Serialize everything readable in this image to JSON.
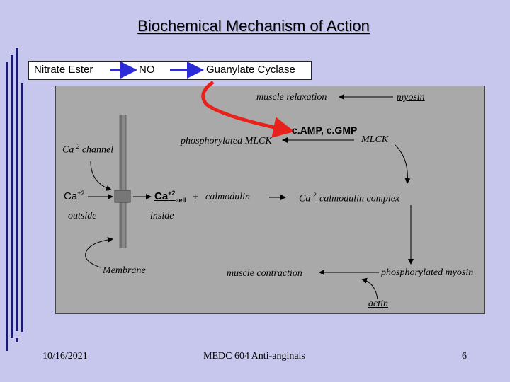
{
  "title": "Biochemical Mechanism of Action",
  "pathway": {
    "nitrate_ester": "Nitrate Ester",
    "no": "NO",
    "guanylate_cyclase": "Guanylate Cyclase"
  },
  "diagram": {
    "muscle_relaxation": "muscle relaxation",
    "myosin": "myosin",
    "camp_cgmp": "c.AMP, c.GMP",
    "phosphorylated_mlck": "phosphorylated MLCK",
    "mlck": "MLCK",
    "ca_channel_prefix": "Ca",
    "ca_channel_sup": "2",
    "ca_channel_suffix": "channel",
    "ca_out_base": "Ca",
    "ca_out_sup": "+2",
    "outside": "outside",
    "ca_cell_base": "Ca",
    "ca_cell_sup": "+2",
    "ca_cell_sub": "cell",
    "plus": "+",
    "calmodulin": "calmodulin",
    "complex_prefix": "Ca",
    "complex_sup": "2",
    "complex_suffix": "-calmodulin complex",
    "inside": "inside",
    "membrane": "Membrane",
    "muscle_contraction": "muscle contraction",
    "phosphorylated_myosin": "phosphorylated myosin",
    "actin": "actin"
  },
  "footer": {
    "date": "10/16/2021",
    "course": "MEDC 604 Anti-anginals",
    "page": "6"
  },
  "colors": {
    "background": "#c7c7ee",
    "panel": "#a9a9a9",
    "accent_arrow": "#e8221b",
    "pathway_arrow": "#2b2bd9",
    "side_bars": "#1a1a6e"
  }
}
